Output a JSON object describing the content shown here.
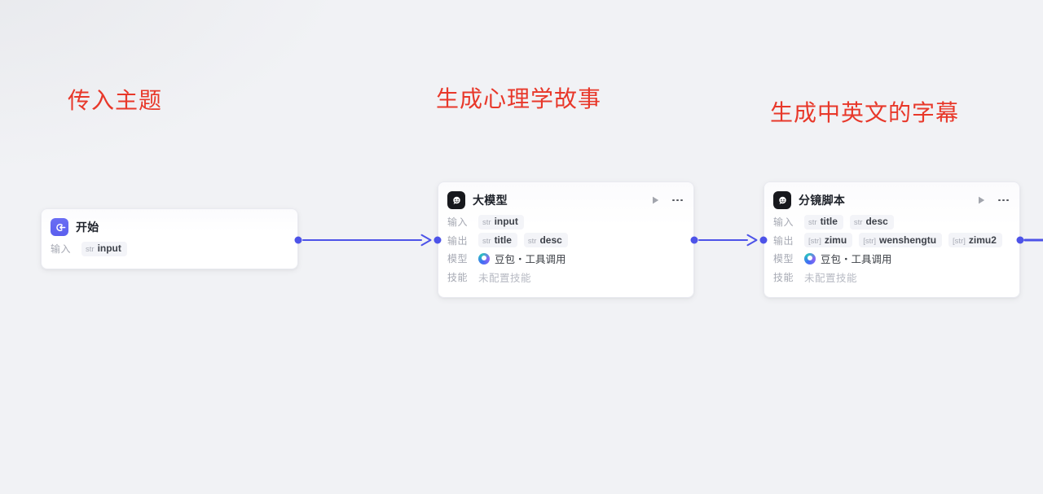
{
  "canvas": {
    "background": "#f1f2f5",
    "accent_color": "#4d53e8",
    "annotation_color": "#e8382a",
    "annotations": [
      {
        "text": "传入主题"
      },
      {
        "text": "生成心理学故事"
      },
      {
        "text": "生成中英文的字幕"
      }
    ]
  },
  "nodes": [
    {
      "id": "start",
      "title": "开始",
      "icon": "start-enter-icon",
      "rows": {
        "input": {
          "label": "输入",
          "badges": [
            {
              "type_label": "str",
              "name": "input"
            }
          ]
        }
      }
    },
    {
      "id": "llm",
      "title": "大模型",
      "icon": "llm-chat-bubble-icon",
      "header_actions": {
        "run": "run-icon",
        "more": "more-ellipsis-icon"
      },
      "rows": {
        "input": {
          "label": "输入",
          "badges": [
            {
              "type_label": "str",
              "name": "input"
            }
          ]
        },
        "output": {
          "label": "输出",
          "badges": [
            {
              "type_label": "str",
              "name": "title"
            },
            {
              "type_label": "str",
              "name": "desc"
            }
          ]
        },
        "model": {
          "label": "模型",
          "icon": "doubao-logo-icon",
          "value": "豆包・工具调用"
        },
        "skill": {
          "label": "技能",
          "value": "未配置技能"
        }
      }
    },
    {
      "id": "storyboard",
      "title": "分镜脚本",
      "icon": "llm-chat-bubble-icon",
      "header_actions": {
        "run": "run-icon",
        "more": "more-ellipsis-icon"
      },
      "rows": {
        "input": {
          "label": "输入",
          "badges": [
            {
              "type_label": "str",
              "name": "title"
            },
            {
              "type_label": "str",
              "name": "desc"
            }
          ]
        },
        "output": {
          "label": "输出",
          "badges": [
            {
              "type_label": "[str]",
              "name": "zimu"
            },
            {
              "type_label": "[str]",
              "name": "wenshengtu"
            },
            {
              "type_label": "[str]",
              "name": "zimu2"
            }
          ]
        },
        "model": {
          "label": "模型",
          "icon": "doubao-logo-icon",
          "value": "豆包・工具调用"
        },
        "skill": {
          "label": "技能",
          "value": "未配置技能"
        }
      }
    }
  ]
}
